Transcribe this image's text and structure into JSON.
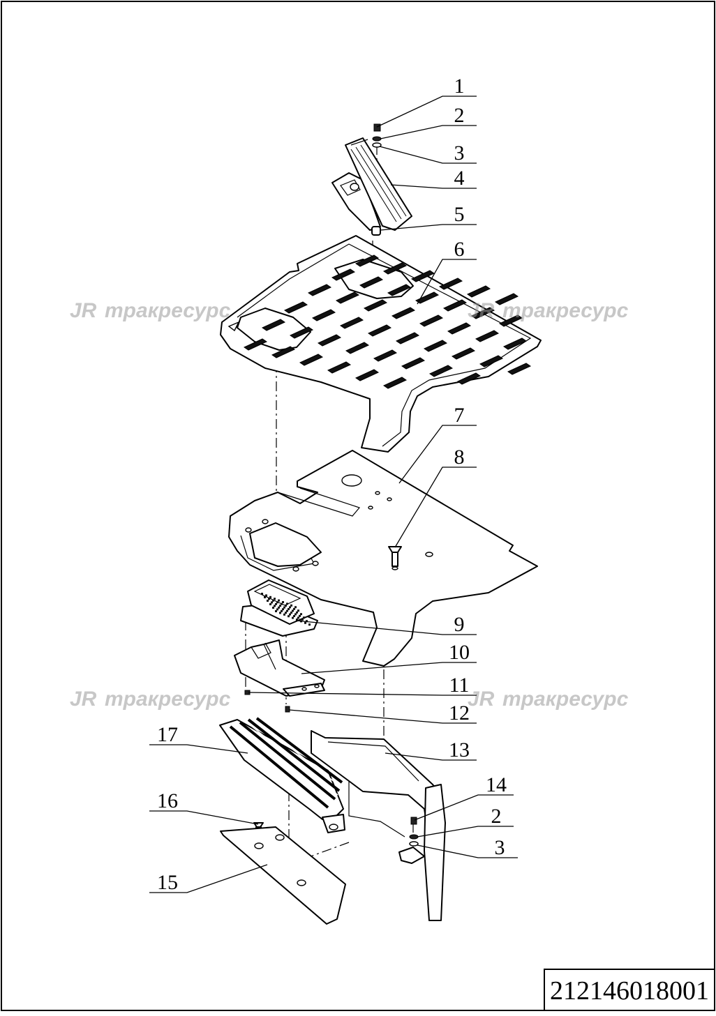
{
  "drawing": {
    "document_number": "212146018001",
    "watermark_text": "тракресурс",
    "watermark_logo": "JR",
    "watermark_color": "#b0b0b0",
    "callouts": [
      {
        "id": "c1",
        "label": "1"
      },
      {
        "id": "c2a",
        "label": "2"
      },
      {
        "id": "c3a",
        "label": "3"
      },
      {
        "id": "c4",
        "label": "4"
      },
      {
        "id": "c5",
        "label": "5"
      },
      {
        "id": "c6",
        "label": "6"
      },
      {
        "id": "c7",
        "label": "7"
      },
      {
        "id": "c8",
        "label": "8"
      },
      {
        "id": "c9",
        "label": "9"
      },
      {
        "id": "c10",
        "label": "10"
      },
      {
        "id": "c11",
        "label": "11"
      },
      {
        "id": "c12",
        "label": "12"
      },
      {
        "id": "c13",
        "label": "13"
      },
      {
        "id": "c14",
        "label": "14"
      },
      {
        "id": "c2b",
        "label": "2"
      },
      {
        "id": "c3b",
        "label": "3"
      },
      {
        "id": "c17",
        "label": "17"
      },
      {
        "id": "c16",
        "label": "16"
      },
      {
        "id": "c15",
        "label": "15"
      }
    ]
  }
}
